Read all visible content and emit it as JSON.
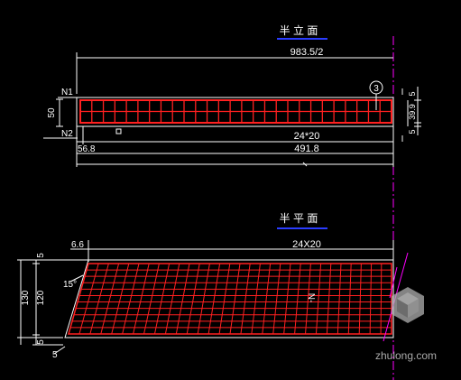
{
  "colors": {
    "background": "#000000",
    "dimension": "#00ffff",
    "outline": "#ffffff",
    "rebar": "#ff2020",
    "title": "#ffffff",
    "title_underline": "#2a3cff",
    "axis": "#ff00ff",
    "leader": "#00ffff",
    "watermark": "#c8c8c8"
  },
  "section_view": {
    "title": "半 立 面",
    "dim_total": "983.5/2",
    "label_n1": "N1",
    "label_n2": "N2",
    "dim_height": "50",
    "callout": "3",
    "dim_spacing": "24*20",
    "dim_offset": "56.8",
    "dim_length": "491.8",
    "cut_mark_top": "I",
    "cut_mark_bottom": "I",
    "right_dim_top": "5",
    "right_dim_mid": "39.9",
    "right_dim_bottom": "5",
    "grid_cells": 27
  },
  "plan_view": {
    "title": "半 平 面",
    "dim_offset": "6.6",
    "dim_spacing": "24X20",
    "dim_top": "5",
    "dim_mid": "120",
    "dim_bottom": "5",
    "dim_total": "130",
    "dim_bottom_small": "5",
    "angle": "15°",
    "bar_label": "N-"
  },
  "watermark": {
    "text": "zhulong.com"
  }
}
